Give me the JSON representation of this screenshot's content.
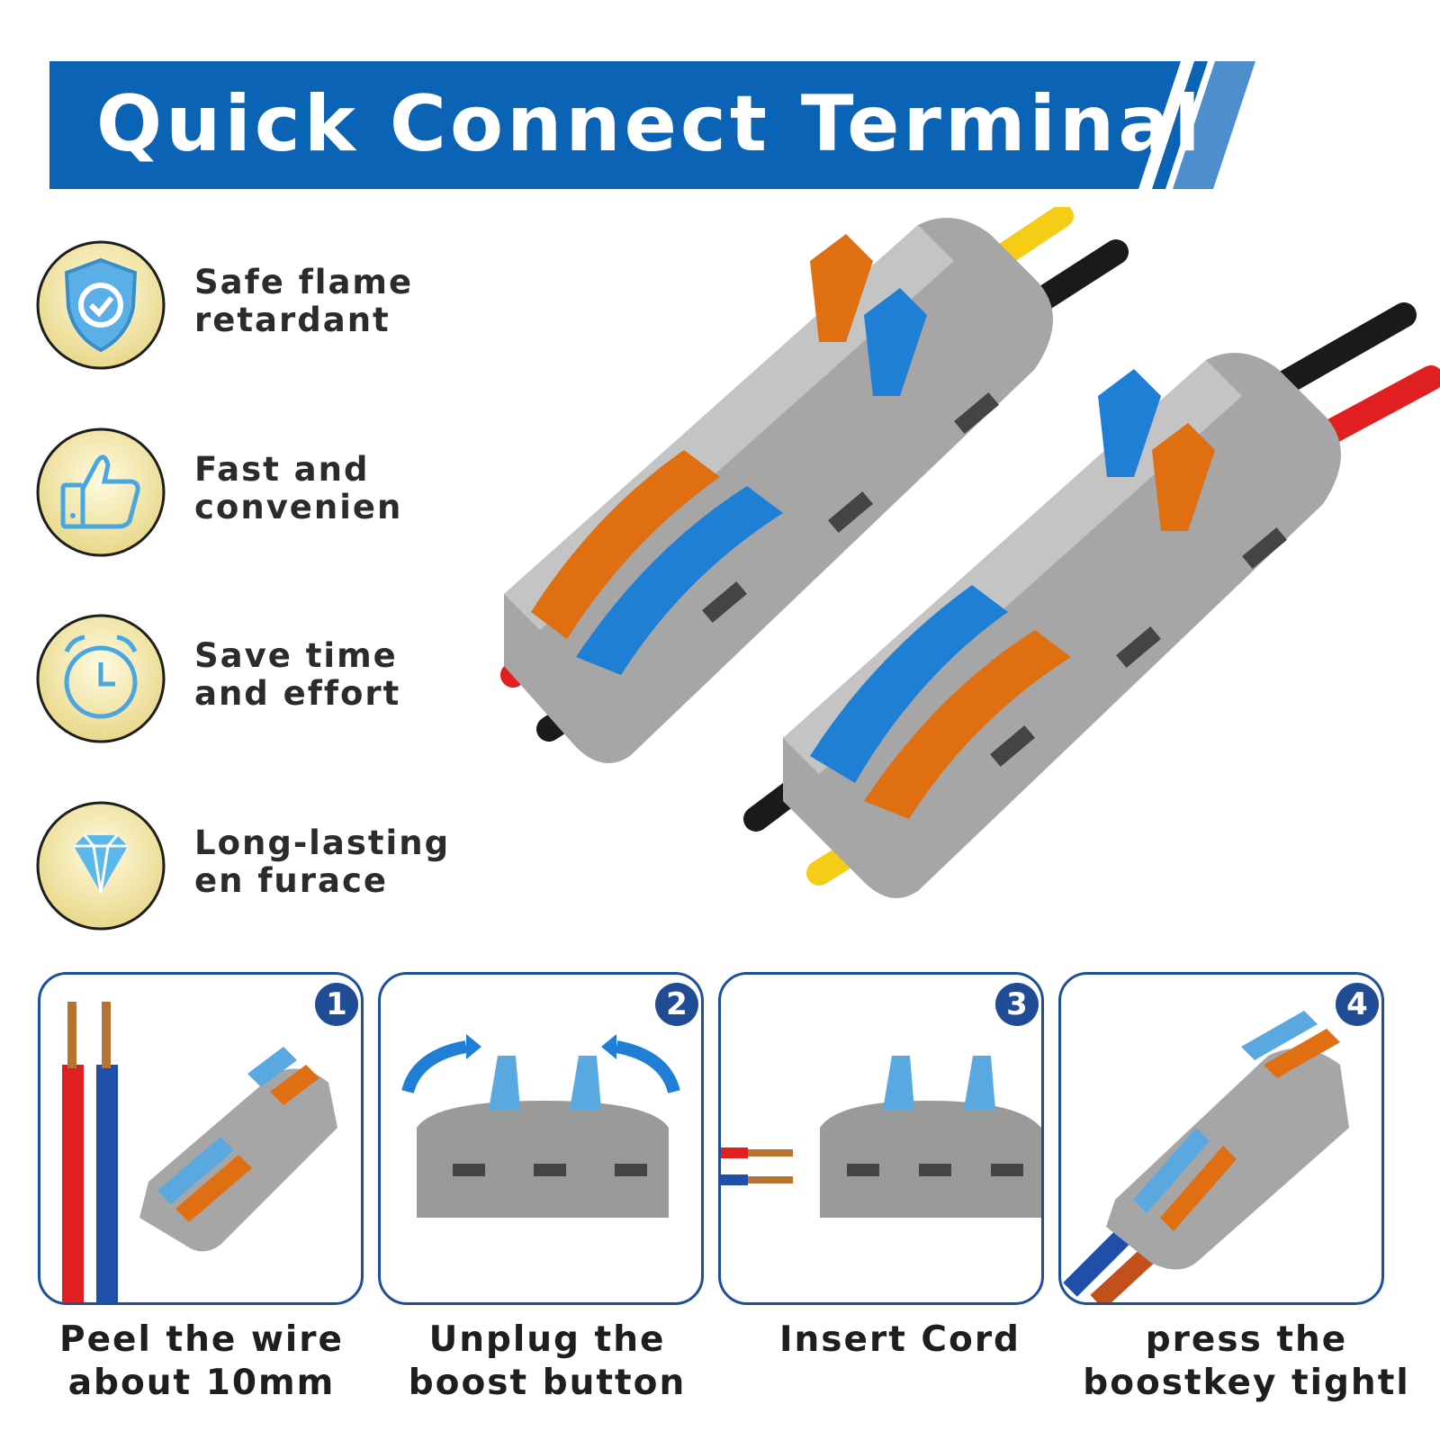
{
  "banner": {
    "title": "Quick Connect Terminal"
  },
  "features": [
    {
      "icon": "shield-check-icon",
      "line1": "Safe flame",
      "line2": "retardant"
    },
    {
      "icon": "thumbs-up-icon",
      "line1": "Fast and",
      "line2": "convenien"
    },
    {
      "icon": "alarm-clock-icon",
      "line1": "Save time",
      "line2": "and effort"
    },
    {
      "icon": "diamond-icon",
      "line1": "Long-lasting",
      "line2": "en furace"
    }
  ],
  "steps": [
    {
      "number": "1",
      "line1": "Peel the wire",
      "line2": "about 10mm"
    },
    {
      "number": "2",
      "line1": "Unplug the",
      "line2": "boost button"
    },
    {
      "number": "3",
      "line1": "Insert Cord",
      "line2": ""
    },
    {
      "number": "4",
      "line1": "press the",
      "line2": "boostkey tightl"
    }
  ],
  "colors": {
    "brand_blue": "#0a63b5",
    "accent_orange": "#e06f12",
    "lever_blue": "#1f7fd4",
    "body_gray": "#9a9a9a"
  }
}
